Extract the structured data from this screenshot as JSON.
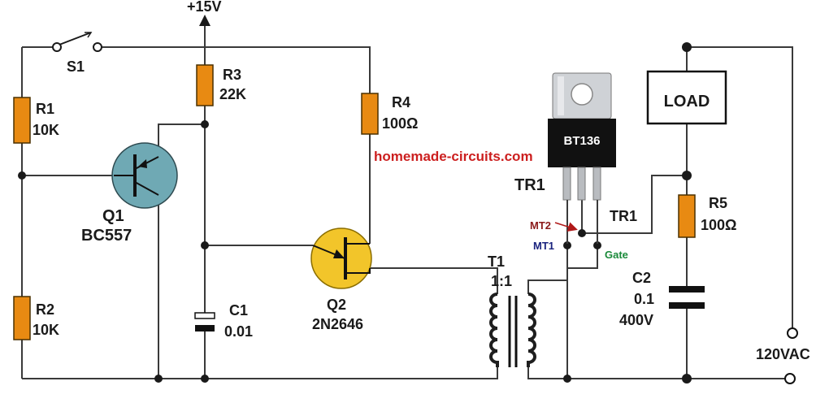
{
  "supply": {
    "label": "+15V"
  },
  "switch": {
    "name": "S1"
  },
  "r1": {
    "name": "R1",
    "value": "10K"
  },
  "r2": {
    "name": "R2",
    "value": "10K"
  },
  "r3": {
    "name": "R3",
    "value": "22K"
  },
  "r4": {
    "name": "R4",
    "value": "100Ω"
  },
  "r5": {
    "name": "R5",
    "value": "100Ω"
  },
  "q1": {
    "name": "Q1",
    "part": "BC557"
  },
  "q2": {
    "name": "Q2",
    "part": "2N2646"
  },
  "c1": {
    "name": "C1",
    "value": "0.01"
  },
  "c2": {
    "name": "C2",
    "value1": "0.1",
    "value2": "400V"
  },
  "t1": {
    "name": "T1",
    "ratio": "1:1"
  },
  "triac": {
    "name": "TR1",
    "name2": "TR1",
    "part": "BT136",
    "pins": {
      "mt2": "MT2",
      "mt1": "MT1",
      "gate": "Gate"
    }
  },
  "load": {
    "label": "LOAD"
  },
  "mains": {
    "label": "120VAC"
  },
  "watermark": "homemade-circuits.com",
  "colors": {
    "resistor": "#e88a12",
    "ujt": "#f2c52a",
    "bjt": "#6fa9b4",
    "watermark": "#cc1f1f",
    "mt2": "#8b1a1a",
    "mt1": "#1a237e",
    "gate": "#1a8a3a"
  }
}
